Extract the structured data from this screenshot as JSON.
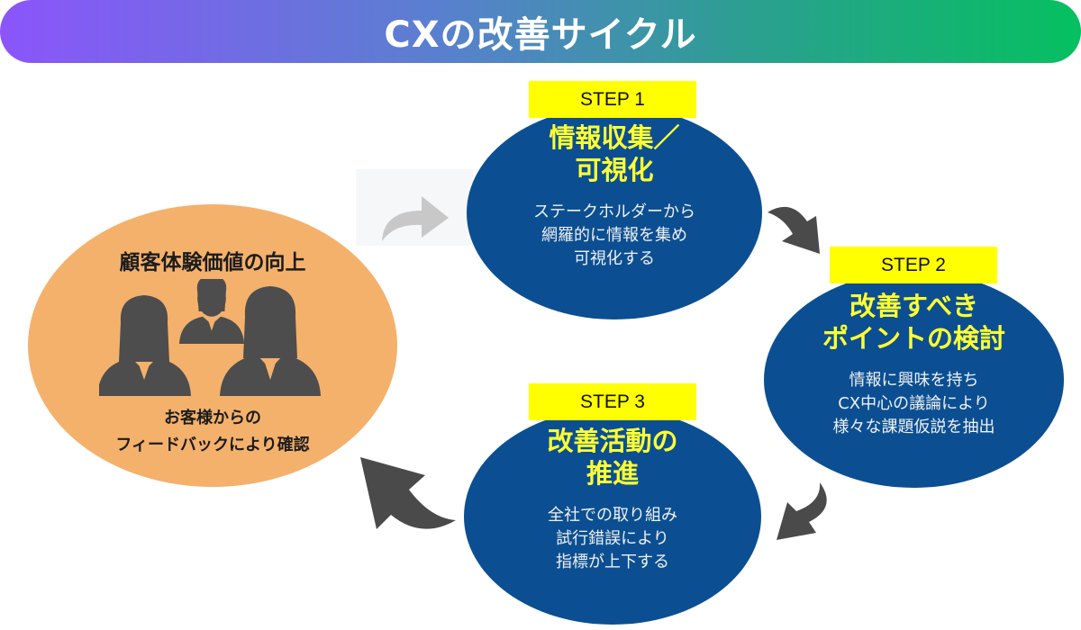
{
  "banner": {
    "title": "CXの改善サイクル"
  },
  "colors": {
    "banner_gradient_start": "#8b55fb",
    "banner_gradient_end": "#05c060",
    "step_ellipse": "#0b4f92",
    "step_label_bg": "#ffff00",
    "step_title": "#ffff33",
    "customer_ellipse": "#f4b16c",
    "arrow": "#4a4a4a",
    "entry_arrow": "#c8c8c8"
  },
  "customer": {
    "title": "顧客体験価値の向上",
    "icon": "people-group-icon",
    "desc_lines": [
      "お客様からの",
      "フィードバックにより確認"
    ]
  },
  "steps": [
    {
      "label": "STEP 1",
      "title_lines": [
        "情報収集／",
        "可視化"
      ],
      "desc_lines": [
        "ステークホルダーから",
        "網羅的に情報を集め",
        "可視化する"
      ]
    },
    {
      "label": "STEP 2",
      "title_lines": [
        "改善すべき",
        "ポイントの検討"
      ],
      "desc_lines": [
        "情報に興味を持ち",
        "CX中心の議論により",
        "様々な課題仮説を抽出"
      ]
    },
    {
      "label": "STEP 3",
      "title_lines": [
        "改善活動の",
        "推進"
      ],
      "desc_lines": [
        "全社での取り組み",
        "試行錯誤により",
        "指標が上下する"
      ]
    }
  ],
  "arrows": [
    {
      "name": "entry-arrow",
      "icon": "curved-arrow-right-icon"
    },
    {
      "name": "step1-to-step2-arrow",
      "icon": "curved-arrow-down-right-icon"
    },
    {
      "name": "step2-to-step3-arrow",
      "icon": "curved-arrow-down-left-icon"
    },
    {
      "name": "step3-to-customer-arrow",
      "icon": "curved-arrow-up-left-icon"
    }
  ]
}
